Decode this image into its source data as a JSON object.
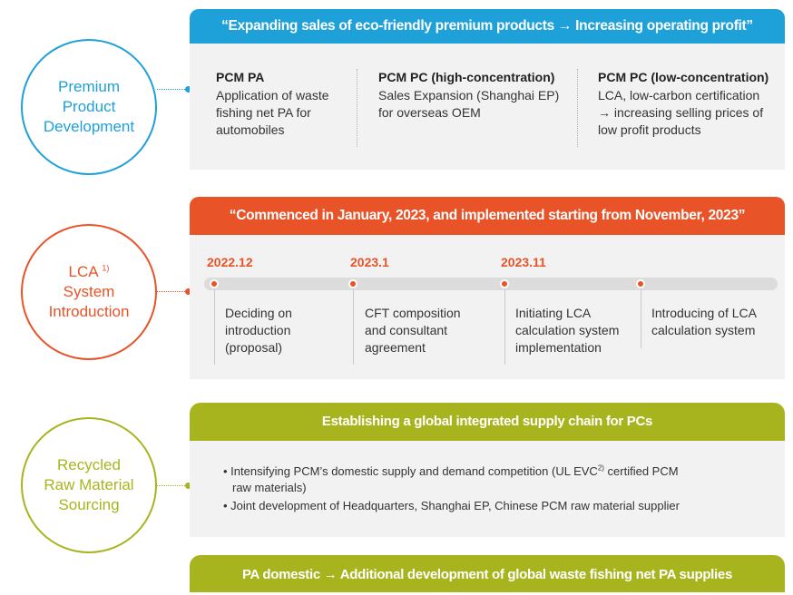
{
  "colors": {
    "blue": "#1ea0d8",
    "orange": "#e85328",
    "olive": "#a8b41e"
  },
  "section1": {
    "circle_label": [
      "Premium",
      "Product",
      "Development"
    ],
    "header": "“Expanding sales of eco-friendly premium products → Increasing operating profit”",
    "columns": [
      {
        "title": "PCM PA",
        "lines": [
          "Application of waste",
          "fishing net PA for",
          "automobiles"
        ]
      },
      {
        "title": "PCM PC (high-concentration)",
        "lines": [
          "Sales Expansion (Shanghai EP)",
          "for overseas OEM"
        ]
      },
      {
        "title": "PCM PC (low-concentration)",
        "lines": [
          "LCA, low-carbon certification",
          "→ increasing selling prices of",
          "low profit products"
        ]
      }
    ]
  },
  "section2": {
    "circle_label_line1": "LCA",
    "circle_label_sup": "1)",
    "circle_label_line2": "System",
    "circle_label_line3": "Introduction",
    "header": "“Commenced in January, 2023, and implemented starting from November, 2023”",
    "dates": [
      "2022.12",
      "2023.1",
      "2023.11"
    ],
    "milestones": [
      {
        "lines": [
          "Deciding on",
          "introduction",
          "(proposal)"
        ]
      },
      {
        "lines": [
          "CFT composition",
          "and consultant",
          "agreement"
        ]
      },
      {
        "lines": [
          "Initiating LCA",
          "calculation system",
          "implementation"
        ]
      },
      {
        "lines": [
          "Introducing of LCA",
          "calculation system"
        ]
      }
    ]
  },
  "section3": {
    "circle_label": [
      "Recycled",
      "Raw Material",
      "Sourcing"
    ],
    "header": "Establishing a global integrated supply chain for PCs",
    "bullet1_pre": "• Intensifying PCM’s domestic supply and demand competition (UL EVC",
    "bullet1_sup": "2)",
    "bullet1_post": " certified PCM",
    "bullet1_cont": "raw materials)",
    "bullet2": "• Joint development of Headquarters, Shanghai EP, Chinese PCM raw material supplier"
  },
  "section4": {
    "header": "PA domestic → Additional development of global waste fishing net PA supplies"
  }
}
